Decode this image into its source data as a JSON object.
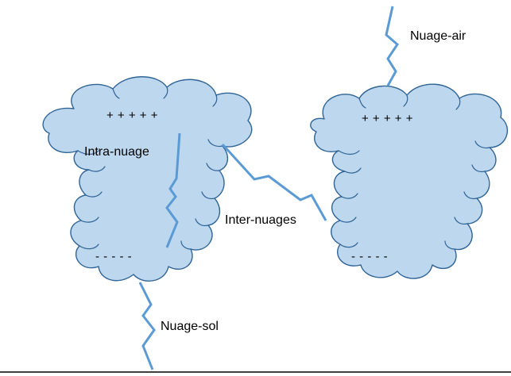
{
  "colors": {
    "cloud_fill": "#bdd7ee",
    "cloud_stroke": "#2f6496",
    "lightning": "#5b9bd5",
    "text": "#000000"
  },
  "clouds": [
    {
      "id": "left",
      "top_charge": "+ + + + +",
      "bottom_charge": "- - - - -"
    },
    {
      "id": "right",
      "top_charge": "+ + + + +",
      "bottom_charge": "- - - - -"
    }
  ],
  "labels": {
    "intra_cloud": "Intra-nuage",
    "inter_cloud": "Inter-nuages",
    "cloud_ground": "Nuage-sol",
    "cloud_air": "Nuage-air"
  }
}
